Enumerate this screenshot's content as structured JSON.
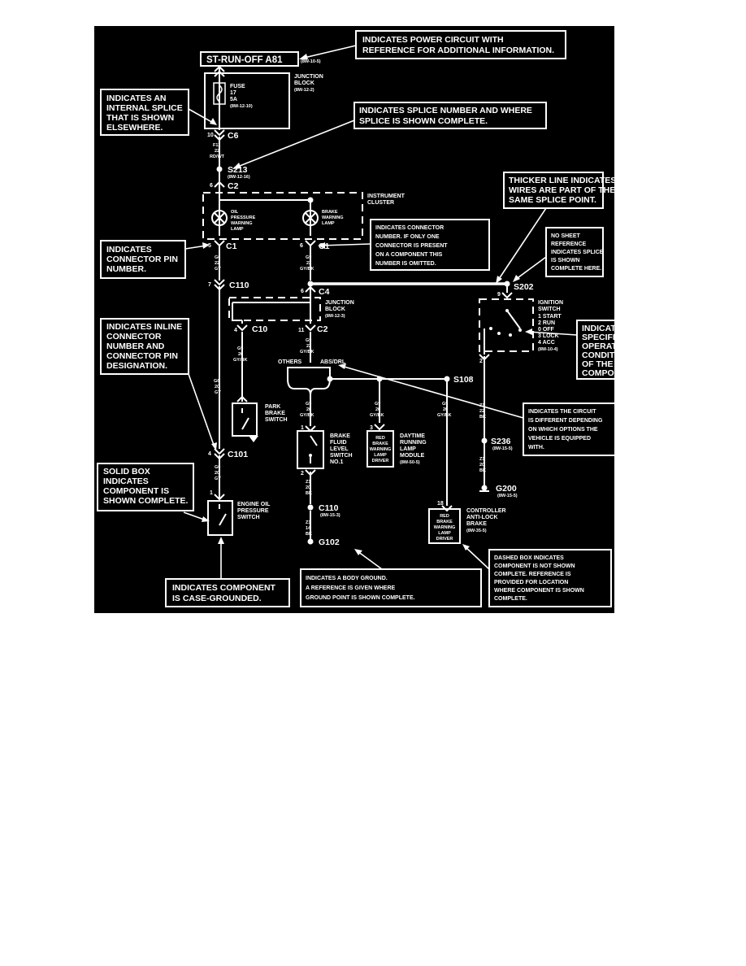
{
  "callouts": {
    "power_circuit": [
      "INDICATES POWER CIRCUIT WITH",
      "REFERENCE FOR ADDITIONAL INFORMATION."
    ],
    "internal_splice": [
      "INDICATES AN",
      "INTERNAL SPLICE",
      "THAT IS SHOWN",
      "ELSEWHERE."
    ],
    "splice_number": [
      "INDICATES SPLICE NUMBER AND WHERE",
      "SPLICE IS SHOWN COMPLETE."
    ],
    "thicker_line": [
      "THICKER LINE INDICATES",
      "WIRES ARE PART OF THE",
      "SAME SPLICE POINT."
    ],
    "no_sheet_ref": [
      "NO SHEET",
      "REFERENCE",
      "INDICATES SPLICE",
      "IS SHOWN",
      "COMPLETE HERE."
    ],
    "connector_number": [
      "INDICATES CONNECTOR",
      "NUMBER. IF ONLY ONE",
      "CONNECTOR IS PRESENT",
      "ON A COMPONENT THIS",
      "NUMBER IS OMITTED."
    ],
    "connector_pin": [
      "INDICATES",
      "CONNECTOR PIN",
      "NUMBER."
    ],
    "inline_connector": [
      "INDICATES INLINE",
      "CONNECTOR",
      "NUMBER AND",
      "CONNECTOR PIN",
      "DESIGNATION."
    ],
    "operating_conditions": [
      "INDICATES",
      "SPECIFIC",
      "OPERATING",
      "CONDITIONS",
      "OF THE",
      "COMPONENT."
    ],
    "circuit_different": [
      "INDICATES THE CIRCUIT",
      "IS DIFFERENT DEPENDING",
      "ON WHICH OPTIONS THE",
      "VEHICLE IS EQUIPPED",
      "WITH."
    ],
    "solid_box": [
      "SOLID BOX",
      "INDICATES",
      "COMPONENT IS",
      "SHOWN COMPLETE."
    ],
    "dashed_box": [
      "DASHED BOX INDICATES",
      "COMPONENT IS NOT SHOWN",
      "COMPLETE.  REFERENCE IS",
      "PROVIDED FOR LOCATION",
      "WHERE COMPONENT IS SHOWN",
      "COMPLETE."
    ],
    "body_ground": [
      "INDICATES A BODY GROUND.",
      "A REFERENCE IS GIVEN WHERE",
      "GROUND POINT IS SHOWN COMPLETE."
    ],
    "case_grounded": [
      "INDICATES COMPONENT",
      "IS CASE-GROUNDED."
    ]
  },
  "power": {
    "label": "ST-RUN-OFF A81",
    "ref": "(8W-10-5)"
  },
  "junction_block_1": {
    "name": [
      "JUNCTION",
      "BLOCK"
    ],
    "ref": "(8W-12-2)"
  },
  "fuse": {
    "lines": [
      "FUSE",
      "17",
      "5A"
    ],
    "ref": "(8W-12-10)"
  },
  "instrument_cluster": {
    "name": [
      "INSTRUMENT",
      "CLUSTER"
    ]
  },
  "oil_lamp": [
    "OIL",
    "PRESSURE",
    "WARNING",
    "LAMP"
  ],
  "brake_lamp": [
    "BRAKE",
    "WARNING",
    "LAMP"
  ],
  "junction_block_2": {
    "name": [
      "JUNCTION",
      "BLOCK"
    ],
    "ref": "(8W-12-3)"
  },
  "ignition": {
    "name": [
      "IGNITION",
      "SWITCH",
      "1 START",
      "2 RUN",
      "0 OFF",
      "3 LOCK",
      "4 ACC"
    ],
    "ref": "(8W-10-4)"
  },
  "park_brake": [
    "PARK",
    "BRAKE",
    "SWITCH"
  ],
  "brake_fluid": [
    "BRAKE",
    "FLUID",
    "LEVEL",
    "SWITCH",
    "NO.1"
  ],
  "drl": {
    "name": [
      "DAYTIME",
      "RUNNING",
      "LAMP",
      "MODULE"
    ],
    "ref": "(8W-50-5)",
    "driver": [
      "RED",
      "BRAKE",
      "WARNING",
      "LAMP",
      "DRIVER"
    ]
  },
  "engine_oil": [
    "ENGINE OIL",
    "PRESSURE",
    "SWITCH"
  ],
  "abs": {
    "name": [
      "CONTROLLER",
      "ANTI-LOCK",
      "BRAKE"
    ],
    "ref": "(8W-35-5)",
    "driver": [
      "RED",
      "BRAKE",
      "WARNING",
      "LAMP",
      "DRIVER"
    ]
  },
  "labels": {
    "c6": "C6",
    "pin10": "10",
    "w_f11": [
      "F11",
      "22",
      "RD/WT"
    ],
    "s213": "S213",
    "s213_ref": "(8W-12-16)",
    "c2_top": "C2",
    "pin6a": "6",
    "c1_left": "C1",
    "pin5": "5",
    "w_g6a": [
      "G6",
      "22",
      "GY"
    ],
    "c1_right": "C1",
    "pin6b": "6",
    "w_g9a": [
      "G9",
      "22",
      "GY/BK"
    ],
    "c110a": "C110",
    "pin7": "7",
    "c4": "C4",
    "pin6c": "6",
    "s202": "S202",
    "pin9": "9",
    "pin2": "2",
    "c10": "C10",
    "pin4a": "4",
    "c2": "C2",
    "pin11": "11",
    "w_g9b": [
      "G9",
      "20",
      "GY/BK"
    ],
    "w_g9c": [
      "G9",
      "22",
      "GY/BK"
    ],
    "others": "OTHERS",
    "absdrl": "ABS/DRL",
    "s108": "S108",
    "w_g6b": [
      "G6",
      "20",
      "GY"
    ],
    "w_g9d": [
      "G9",
      "20",
      "GY/BK"
    ],
    "w_g9e": [
      "G9",
      "20",
      "GY/BK"
    ],
    "w_g9f": [
      "G9",
      "20",
      "GY/BK"
    ],
    "w_z1a": [
      "Z1",
      "22",
      "BK"
    ],
    "s236": "S236",
    "s236_ref": "(8W-15-5)",
    "w_z1b": [
      "Z1",
      "20",
      "BK"
    ],
    "g200": "G200",
    "g200_ref": "(8W-15-5)",
    "c101": "C101",
    "pin4b": "4",
    "w_g6c": [
      "G6",
      "20",
      "GY"
    ],
    "pin1a": "1",
    "pin1b": "1",
    "pin3": "3",
    "pin2b": "2",
    "w_z1c": [
      "Z1",
      "20",
      "BK"
    ],
    "c110b": "C110",
    "c110b_ref": "(8W-15-3)",
    "w_z1d": [
      "Z1",
      "14",
      "BK"
    ],
    "g102": "G102",
    "pin18": "18"
  }
}
